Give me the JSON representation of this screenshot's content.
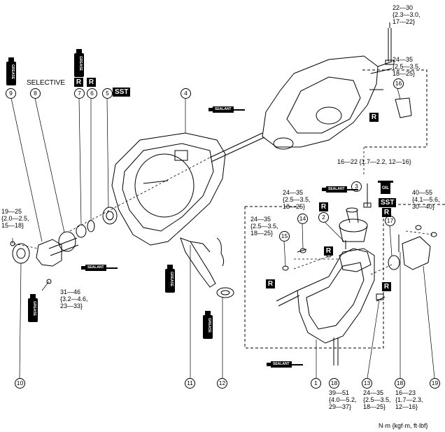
{
  "labels": {
    "selective": "SELECTIVE",
    "units": "N·m {kgf·m, ft·lbf}"
  },
  "torques": {
    "top": "22—30\n{2.3—3.0,\n17—22}",
    "t16": "24—35\n{2.5—3.5,\n18—25}",
    "t3": "16—22 {1.7—2.2, 12—16}",
    "t14": "24—35\n{2.5—3.5,\n18—25}",
    "t15": "24—35\n{2.5—3.5,\n18—25}",
    "t19": "40—55\n{4.1—5.6,\n30—40}",
    "t9": "19—25\n{2.0—2.5,\n15—18}",
    "t9b": "31—46\n{3.2—4.6,\n23—33}",
    "t18a": "39—51\n{4.0—5.2,\n29—37}",
    "t13": "24—35\n{2.5—3.5,\n18—25}",
    "t18b": "16—23\n{1.7—2.3,\n12—16}"
  },
  "badges": {
    "r": "R",
    "sst": "SST",
    "grease": "GREASE",
    "sealant": "SEALANT",
    "oil": "OIL"
  },
  "callouts": {
    "n1": "1",
    "n2": "2",
    "n3": "3",
    "n4": "4",
    "n5": "5",
    "n6": "6",
    "n7": "7",
    "n8": "8",
    "n9": "9",
    "n10": "10",
    "n11": "11",
    "n12": "12",
    "n13": "13",
    "n14": "14",
    "n15": "15",
    "n16": "16",
    "n17": "17",
    "n18": "18",
    "n19": "19"
  }
}
